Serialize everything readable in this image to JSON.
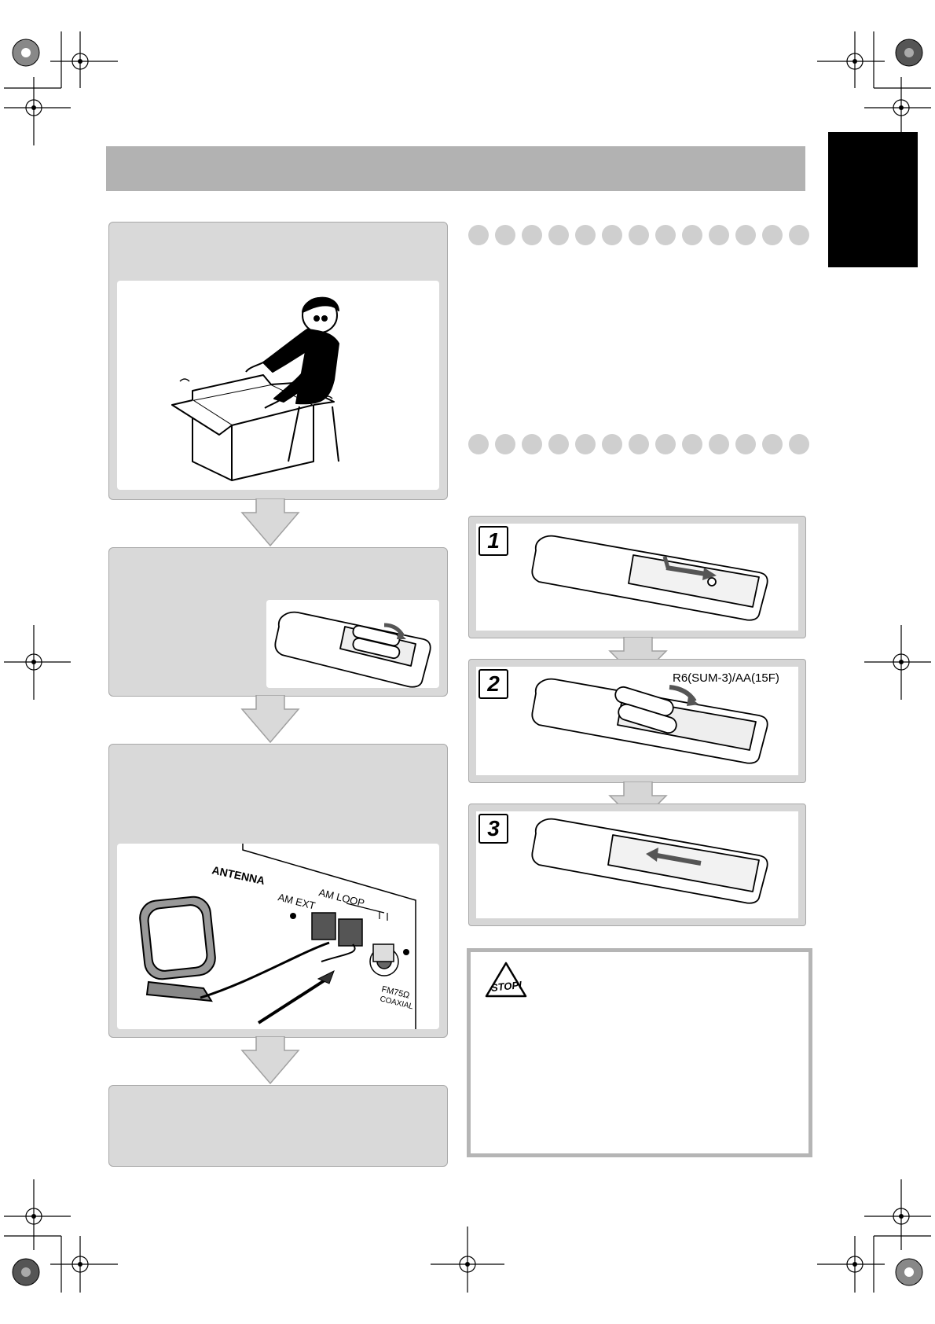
{
  "steps": [
    {
      "number": "1"
    },
    {
      "number": "2",
      "battery_label": "R6(SUM-3)/AA(15F)"
    },
    {
      "number": "3"
    }
  ],
  "antenna": {
    "title": "ANTENNA",
    "am_ext": "AM EXT",
    "am_loop": "AM LOOP",
    "fm_line1": "FM75Ω",
    "fm_line2": "COAXIAL"
  },
  "caution": {
    "icon_text": "STOP!"
  },
  "colors": {
    "header_bar": "#b2b2b2",
    "panel_bg": "#d9d9d9",
    "dot": "#cfcfcf",
    "side_tab": "#000000"
  }
}
